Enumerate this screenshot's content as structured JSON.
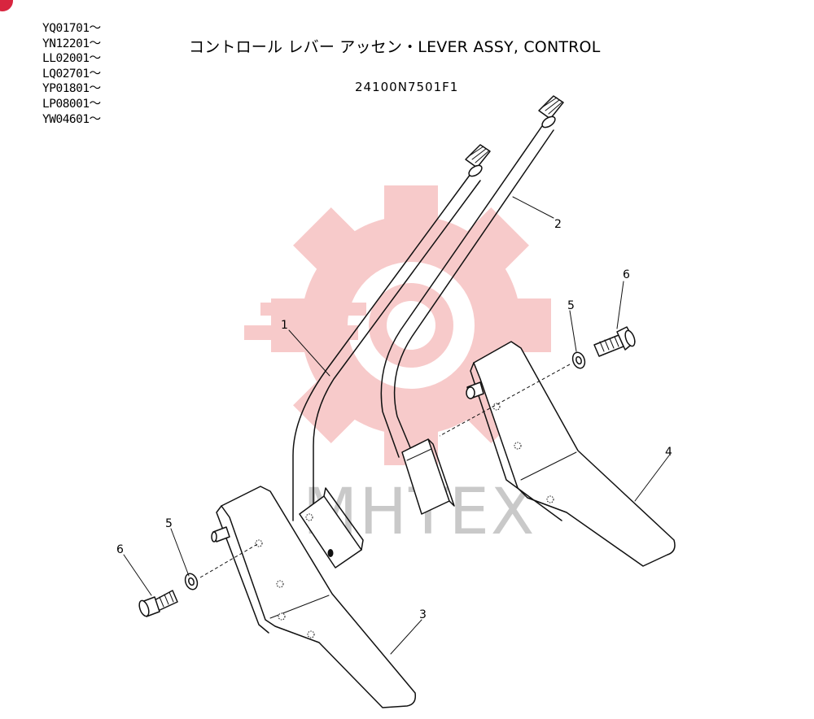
{
  "header": {
    "serial_numbers": [
      "YQ01701～",
      "YN12201～",
      "LL02001～",
      "LQ02701～",
      "YP01801～",
      "LP08001～",
      "YW04601～"
    ],
    "title": "コントロール レバー アッセン・LEVER ASSY, CONTROL",
    "part_number": "24100N7501F1"
  },
  "callouts": {
    "lever_left": "1",
    "lever_right": "2",
    "pedal_left": "3",
    "pedal_right": "4",
    "washer_right": "5",
    "bolt_right": "6",
    "washer_left": "5",
    "bolt_left": "6"
  },
  "watermark": {
    "text": "MHTEX",
    "color": "#f08080"
  },
  "colors": {
    "line": "#111111",
    "watermark_gear": "#f2a0a0",
    "watermark_text": "#c9c9c9",
    "corner_badge": "#d8253f"
  }
}
